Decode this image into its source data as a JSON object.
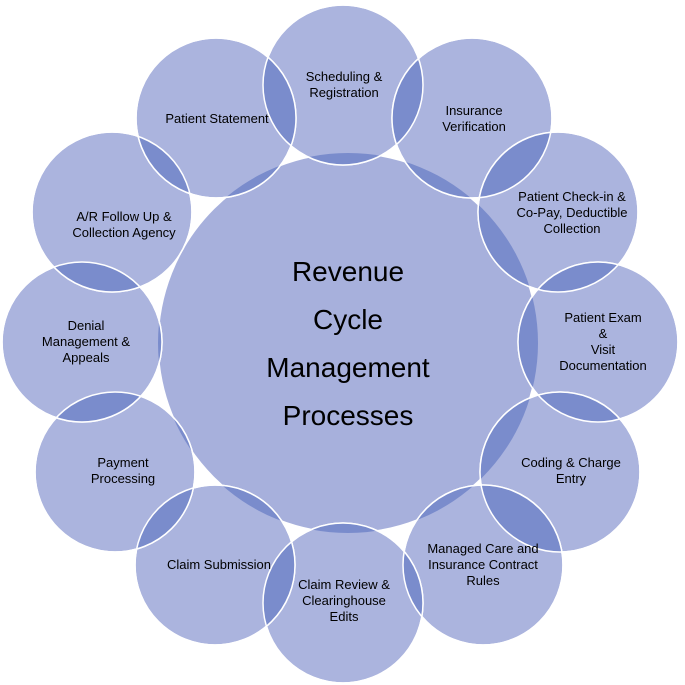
{
  "colors": {
    "circle_fill": "#a7b0dc",
    "overlap_fill": "#7a8ccc",
    "circle_stroke": "#ffffff"
  },
  "center": {
    "lines": [
      "Revenue",
      "Cycle",
      "Management",
      "Processes"
    ]
  },
  "steps": [
    {
      "label": "Scheduling  &\nRegistration"
    },
    {
      "label": "Insurance\nVerification"
    },
    {
      "label": "Patient Check-in &\nCo-Pay, Deductible\nCollection"
    },
    {
      "label": "Patient Exam &\nVisit\nDocumentation"
    },
    {
      "label": "Coding & Charge\nEntry"
    },
    {
      "label": "Managed Care and\nInsurance Contract\nRules"
    },
    {
      "label": "Claim Review &\nClearinghouse\nEdits"
    },
    {
      "label": "Claim Submission"
    },
    {
      "label": "Payment\nProcessing"
    },
    {
      "label": "Denial\nManagement &\nAppeals"
    },
    {
      "label": "A/R Follow Up &\nCollection Agency"
    },
    {
      "label": "Patient Statement"
    }
  ]
}
